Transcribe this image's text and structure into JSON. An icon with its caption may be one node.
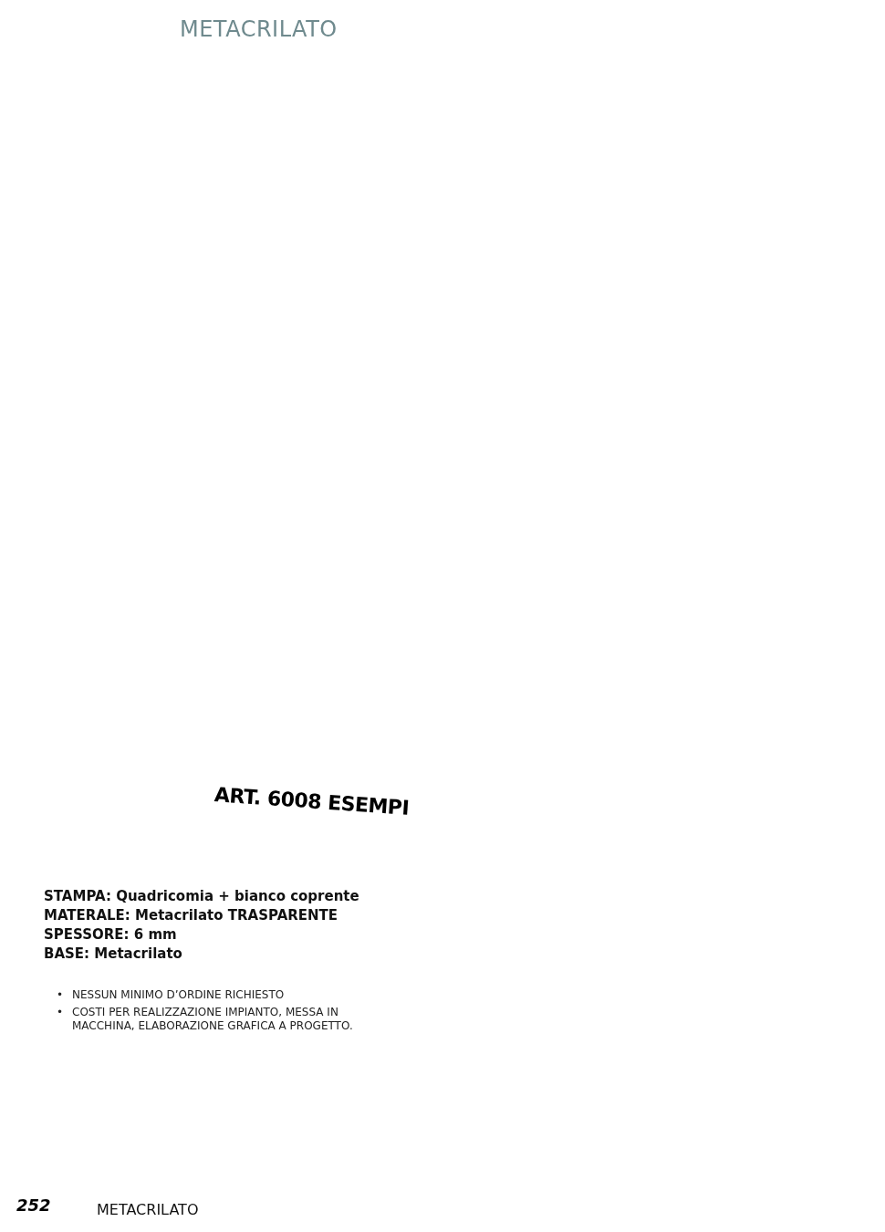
{
  "diagram": {
    "title": "METACRILATO",
    "labels": [
      "ART. 6008 ESEMPI",
      "STAMPA: Quadricomia + bianco coprente",
      "MATERALE: Metacrilato TRASPARENTE",
      "SPESSORE: 6 mm",
      "BASE: Metacrilato",
      "•",
      "NESSUN MINIMO D’ORDINE RICHIESTO",
      "•",
      "COSTI PER REALIZZAZIONE IMPIANTO, MESSA IN MACCHINA, ELABORAZIONE GRAFICA A PROGETTO.",
      "252",
      "METACRILATO"
    ]
  }
}
